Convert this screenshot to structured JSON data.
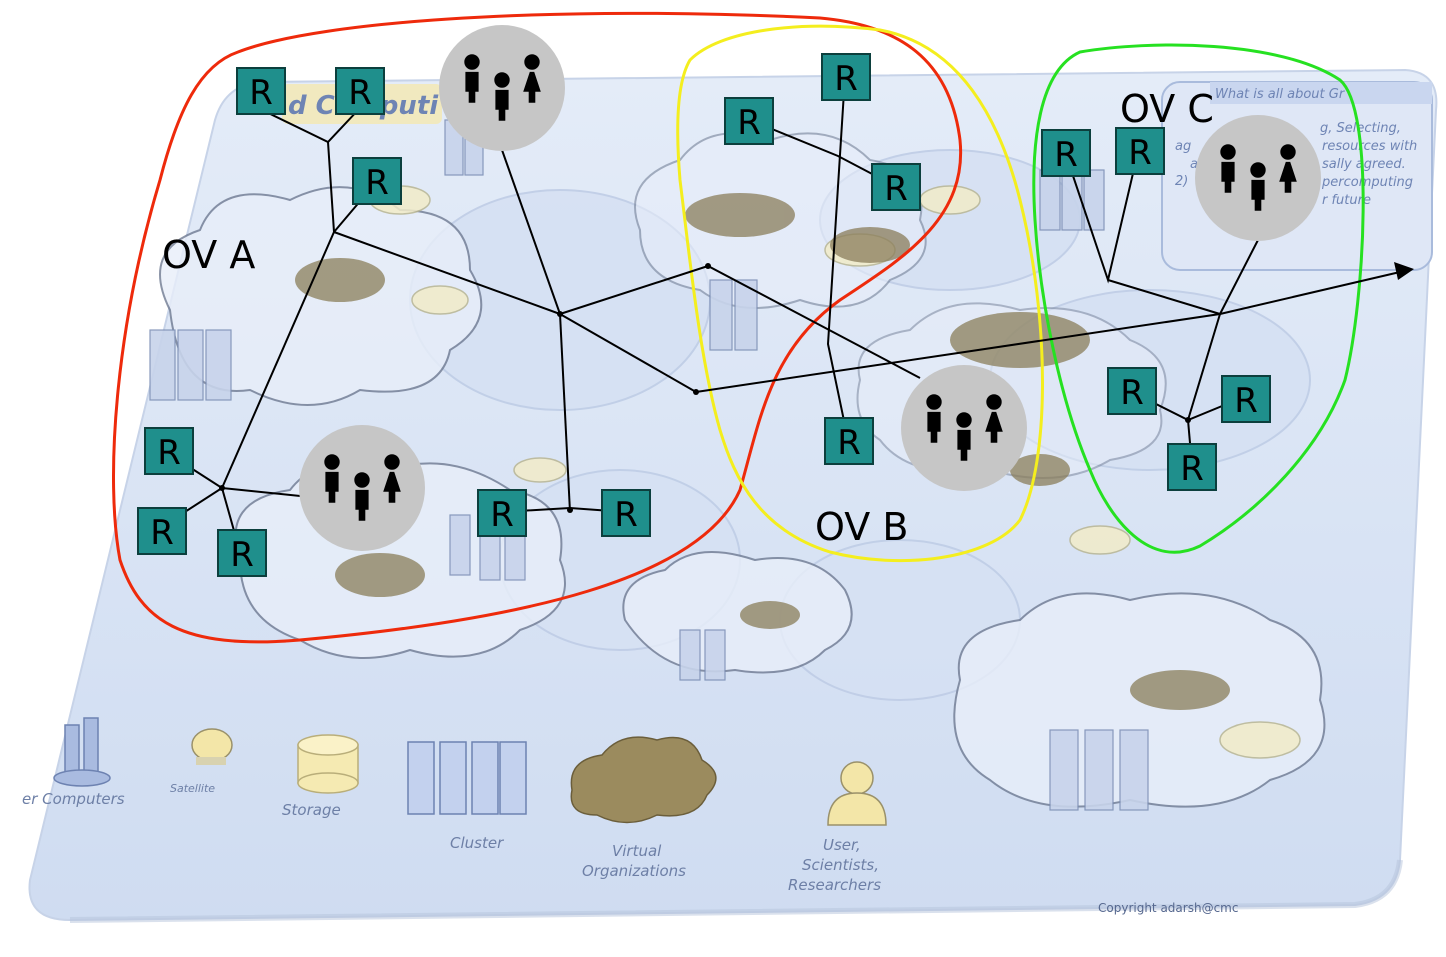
{
  "overlays": [
    {
      "label": "OV A",
      "color": "#ee2a0b"
    },
    {
      "label": "OV B",
      "color": "#f4ee1e"
    },
    {
      "label": "OV C",
      "color": "#26e121"
    }
  ],
  "router_label": "R",
  "router_color": "#1f8f8c",
  "group_icon": "people-group-icon",
  "legend": {
    "super_computers": "er Computers",
    "satellite": "Satellite",
    "storage": "Storage",
    "cluster": "Cluster",
    "virtual_orgs_1": "Virtual",
    "virtual_orgs_2": "Organizations",
    "users_1": "User,",
    "users_2": "Scientists,",
    "users_3": "Researchers",
    "copyright": "Copyright adarsh@cmc"
  },
  "background_text": {
    "title": "d Computi",
    "box_heading": "What is all about Gr",
    "box_line1": "g, Selecting,",
    "box_line2": "resources with",
    "box_line3": "sally agreed.",
    "box_line4": "percomputing",
    "box_line5": "r future",
    "box_prefix1": "ag",
    "box_prefix2": "a",
    "box_prefix3": "2)"
  }
}
